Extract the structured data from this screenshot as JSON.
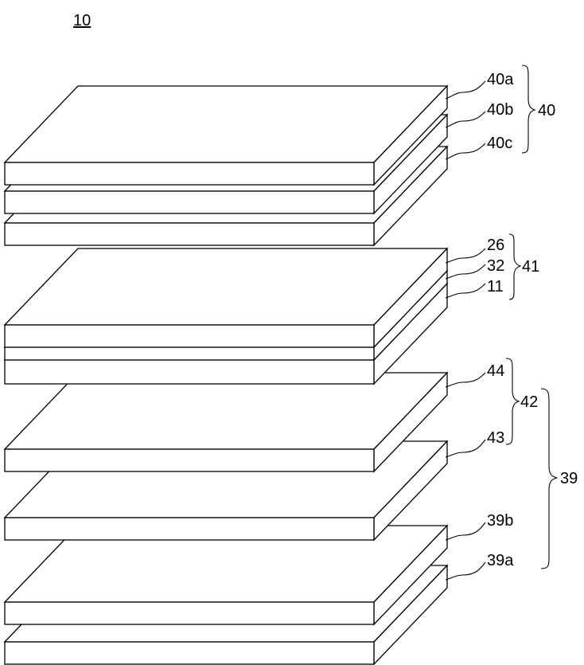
{
  "figure_number": "10",
  "groups": [
    {
      "id": "g40",
      "label": "40",
      "layers": [
        "40a",
        "40b",
        "40c"
      ]
    },
    {
      "id": "g41",
      "label": "41",
      "layers": [
        "26",
        "32",
        "11"
      ]
    },
    {
      "id": "g42",
      "label": "42",
      "layers": [
        "44",
        "43"
      ]
    },
    {
      "id": "g39",
      "label": "39",
      "layers": [
        "39b",
        "39a"
      ]
    }
  ],
  "labels": {
    "l40a": "40a",
    "l40b": "40b",
    "l40c": "40c",
    "l40": "40",
    "l26": "26",
    "l32": "32",
    "l11": "11",
    "l41": "41",
    "l44": "44",
    "l43": "43",
    "l42": "42",
    "l39b": "39b",
    "l39a": "39a",
    "l39": "39"
  }
}
